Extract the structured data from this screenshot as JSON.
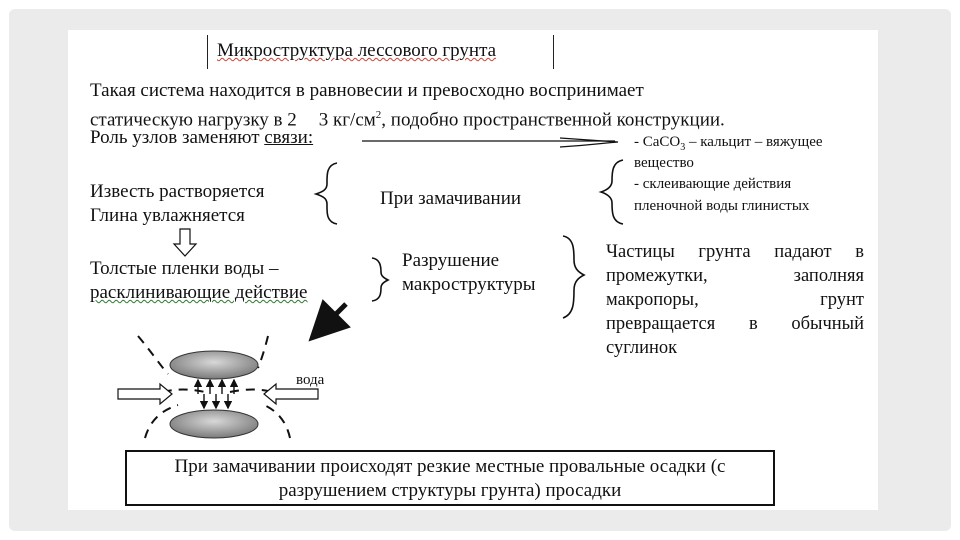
{
  "slide": {
    "title": "Микроструктура лессового грунта",
    "intro_line1": "Такая система находится в равновесии и превосходно воспринимает",
    "intro_line2_a": "статическую нагрузку в 2",
    "intro_line2_b": "3 кг/см",
    "intro_line2_sup": "2",
    "intro_line2_c": ", подобно пространственной конструкции.",
    "nodes_prefix": "Роль узлов заменяют ",
    "nodes_word": "связи:",
    "bond1_prefix": "- CaCO",
    "bond1_sub": "3",
    "bond1_rest": " – кальцит – вяжущее",
    "bond1_line2": "вещество",
    "bond2_line1": "- склеивающие действия",
    "bond2_line2": "пленочной воды глинистых",
    "lime": "Известь растворяется",
    "clay": "Глина увлажняется",
    "soaking": "При замачивании",
    "films_line1": "Толстые пленки воды –",
    "films_line2": "расклинивающие действие",
    "destruction_line1": "Разрушение",
    "destruction_line2": "макроструктуры",
    "result_lines": [
      [
        "Частицы",
        "грунта",
        "падают",
        "в"
      ],
      [
        "промежутки,",
        "заполняя"
      ],
      [
        "макропоры,",
        "грунт"
      ],
      [
        "превращается",
        "в",
        "обычный"
      ]
    ],
    "result_last": "суглинок",
    "water_label": "вода",
    "conclusion_line1": "При замачивании происходят резкие местные провальные осадки (с",
    "conclusion_line2": "разрушением структуры грунта)   просадки"
  }
}
